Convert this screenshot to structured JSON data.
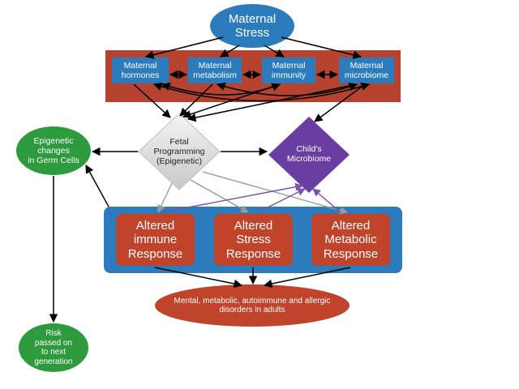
{
  "diagram": {
    "maternal_stress": "Maternal\nStress",
    "factors": [
      {
        "label": "Maternal\nhormones"
      },
      {
        "label": "Maternal\nmetabolism"
      },
      {
        "label": "Maternal\nimmunity"
      },
      {
        "label": "Maternal\nmicrobiome"
      }
    ],
    "fetal_programming": "Fetal\nProgramming\n(Epigenetic)",
    "childs_microbiome": "Child's\nMicrobiome",
    "germ_cells": "Epigenetic\nchanges\nin Germ Cells",
    "responses": [
      {
        "label": "Altered\nimmune\nResponse"
      },
      {
        "label": "Altered\nStress\nResponse"
      },
      {
        "label": "Altered\nMetabolic\nResponse"
      }
    ],
    "disorders": "Mental, metabolic, autoimmune and allergic\ndisorders in adults",
    "risk": "Risk\npassed on\nto next\ngeneration"
  },
  "colors": {
    "blue": "#2b7bbd",
    "red_panel": "#b5432f",
    "red_box": "#c0432b",
    "green": "#2e9a3e",
    "purple": "#6a3ea0",
    "grey_diamond": "#d9d9d9",
    "purple_arrow": "#7b4fb0",
    "grey_arrow": "#9a9a9a"
  }
}
